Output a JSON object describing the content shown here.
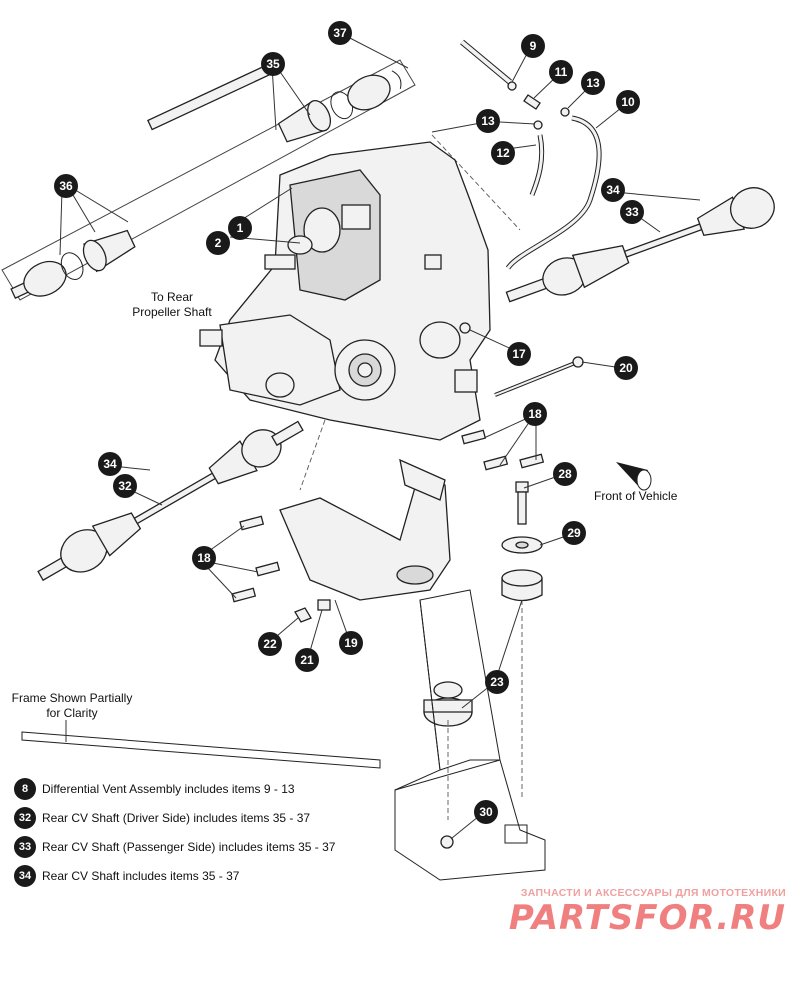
{
  "callouts": [
    {
      "id": "c37",
      "label": "37"
    },
    {
      "id": "c35",
      "label": "35"
    },
    {
      "id": "c36",
      "label": "36"
    },
    {
      "id": "c9",
      "label": "9"
    },
    {
      "id": "c11",
      "label": "11"
    },
    {
      "id": "c13a",
      "label": "13"
    },
    {
      "id": "c13b",
      "label": "13"
    },
    {
      "id": "c10",
      "label": "10"
    },
    {
      "id": "c12",
      "label": "12"
    },
    {
      "id": "c1",
      "label": "1"
    },
    {
      "id": "c2",
      "label": "2"
    },
    {
      "id": "c34a",
      "label": "34"
    },
    {
      "id": "c33",
      "label": "33"
    },
    {
      "id": "c17",
      "label": "17"
    },
    {
      "id": "c20",
      "label": "20"
    },
    {
      "id": "c18a",
      "label": "18"
    },
    {
      "id": "c28",
      "label": "28"
    },
    {
      "id": "c34b",
      "label": "34"
    },
    {
      "id": "c32",
      "label": "32"
    },
    {
      "id": "c29",
      "label": "29"
    },
    {
      "id": "c18b",
      "label": "18"
    },
    {
      "id": "c22",
      "label": "22"
    },
    {
      "id": "c21",
      "label": "21"
    },
    {
      "id": "c19",
      "label": "19"
    },
    {
      "id": "c23",
      "label": "23"
    },
    {
      "id": "c30",
      "label": "30"
    }
  ],
  "labels": {
    "to_rear_line1": "To Rear",
    "to_rear_line2": "Propeller Shaft",
    "front_of_vehicle": "Front of Vehicle",
    "frame_note_line1": "Frame Shown Partially",
    "frame_note_line2": "for Clarity"
  },
  "legend": [
    {
      "num": "8",
      "text": "Differential Vent Assembly includes items 9 - 13"
    },
    {
      "num": "32",
      "text": "Rear CV Shaft (Driver Side) includes items 35 - 37"
    },
    {
      "num": "33",
      "text": "Rear CV Shaft (Passenger Side) includes items 35 - 37"
    },
    {
      "num": "34",
      "text": "Rear CV Shaft includes items 35 - 37"
    }
  ],
  "watermark": {
    "tagline": "ЗАПЧАСТИ И АКСЕССУАРЫ ДЛЯ МОТОТЕХНИКИ",
    "brand": "PARTSFOR.RU"
  }
}
